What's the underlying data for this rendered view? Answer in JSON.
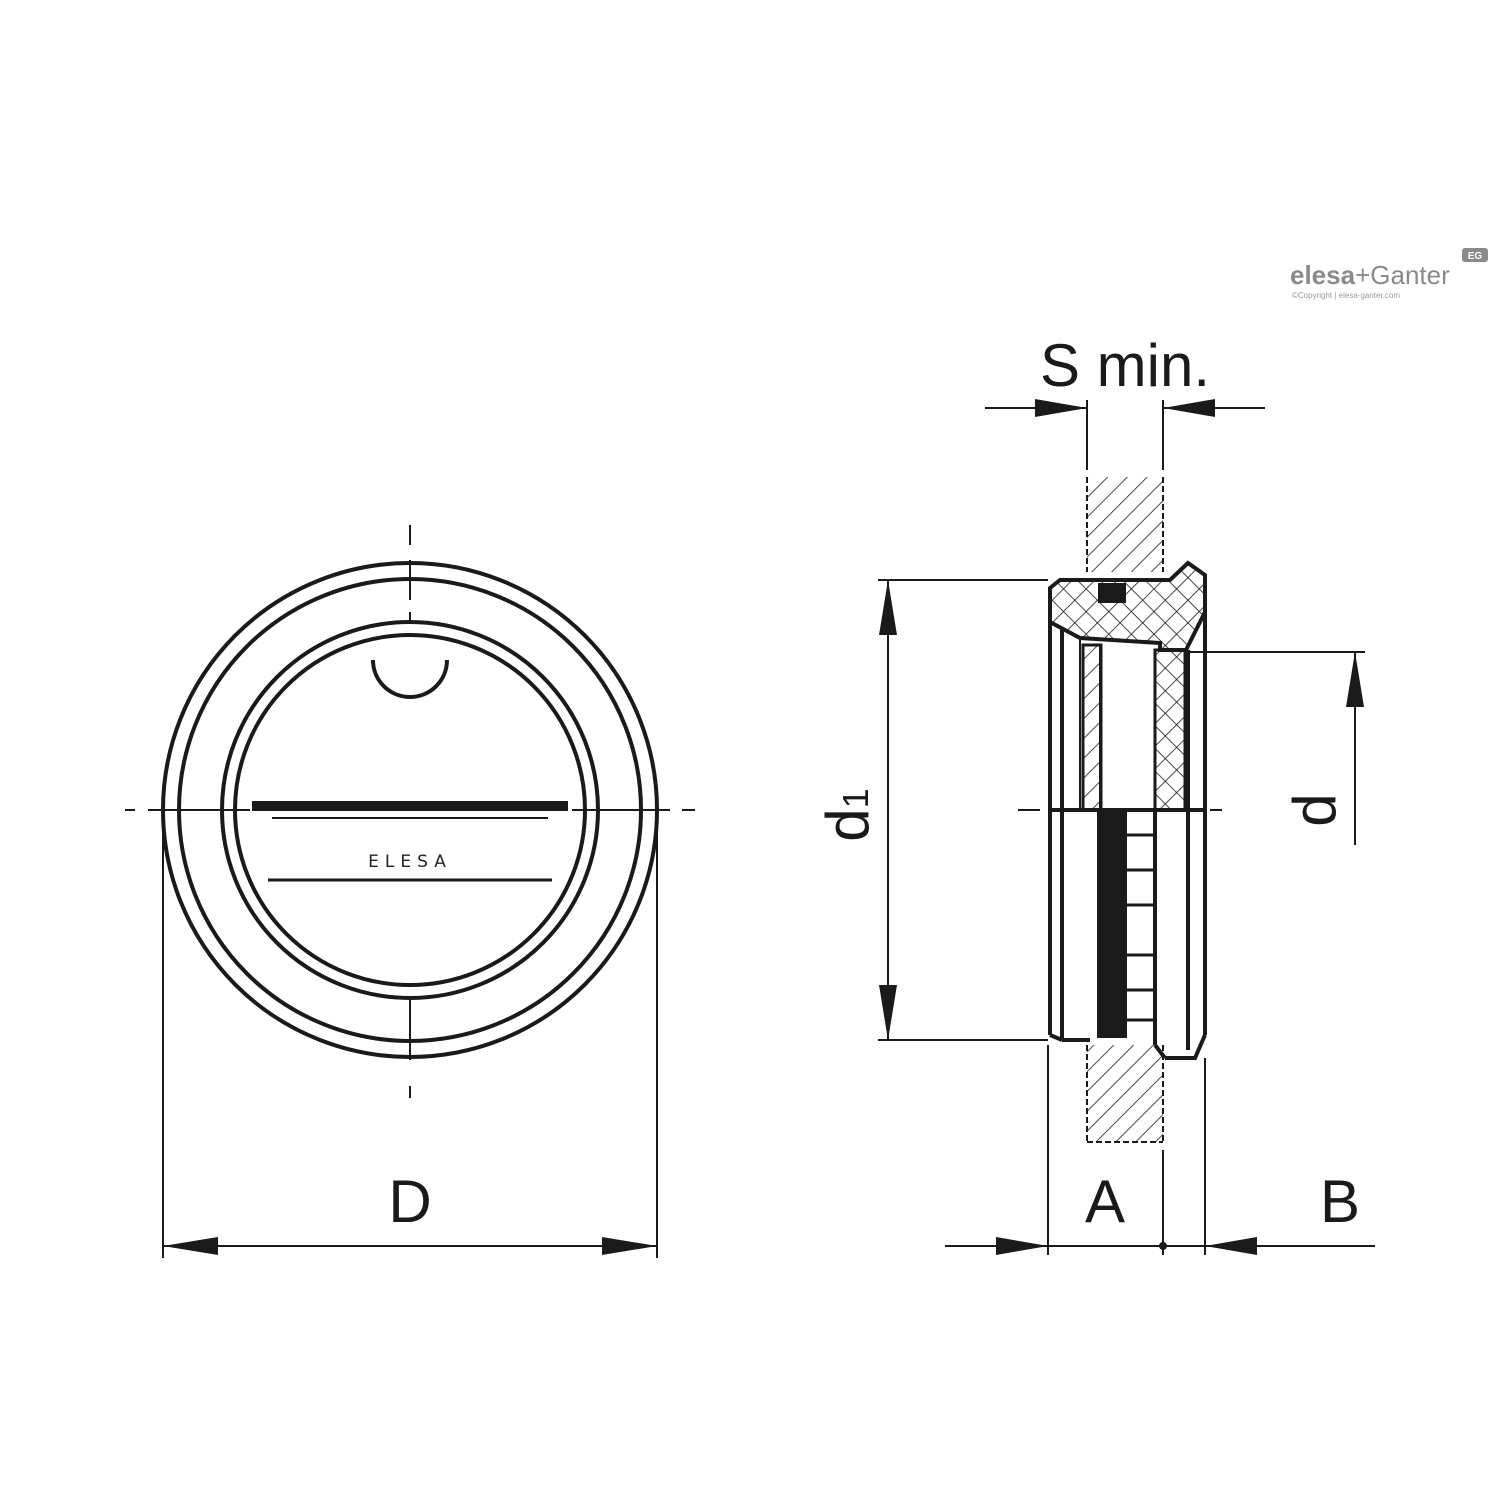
{
  "logo": {
    "brand": "elesa",
    "plus": "+",
    "partner": "Ganter",
    "badge": "EG",
    "copyright": "©Copyright | elesa-ganter.com"
  },
  "front_view": {
    "brand_marking": "ELESA",
    "dim_D": "D"
  },
  "side_view": {
    "dim_S_min": "S min.",
    "dim_d1_main": "d",
    "dim_d1_sub": "1",
    "dim_d": "d",
    "dim_A": "A",
    "dim_B": "B"
  },
  "colors": {
    "line": "#1a1a1a",
    "hatch": "#4a4a4a",
    "logo": "#8a8a8a"
  }
}
